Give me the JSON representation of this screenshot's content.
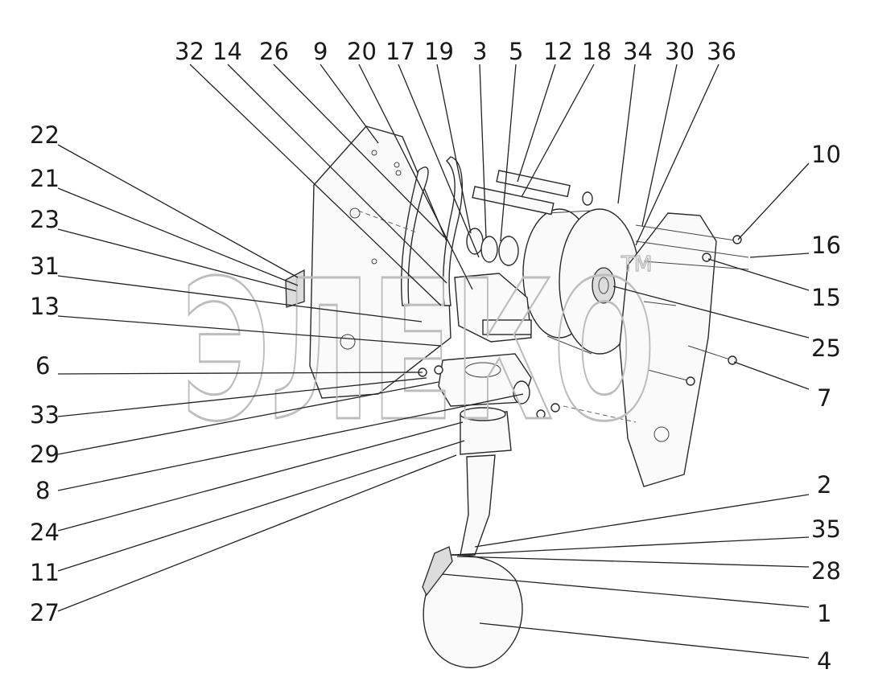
{
  "labels_top": [
    "32",
    "14",
    "26",
    "9",
    "20",
    "17",
    "19",
    "3",
    "5",
    "12",
    "18",
    "34",
    "30",
    "36"
  ],
  "labels_left": [
    "22",
    "21",
    "23",
    "31",
    "13",
    "6",
    "33",
    "29",
    "8",
    "24",
    "11",
    "27"
  ],
  "labels_right": [
    "10",
    "16",
    "15",
    "25",
    "7",
    "2",
    "35",
    "28",
    "1",
    "4"
  ],
  "watermark": "ЭЛЕКО"
}
